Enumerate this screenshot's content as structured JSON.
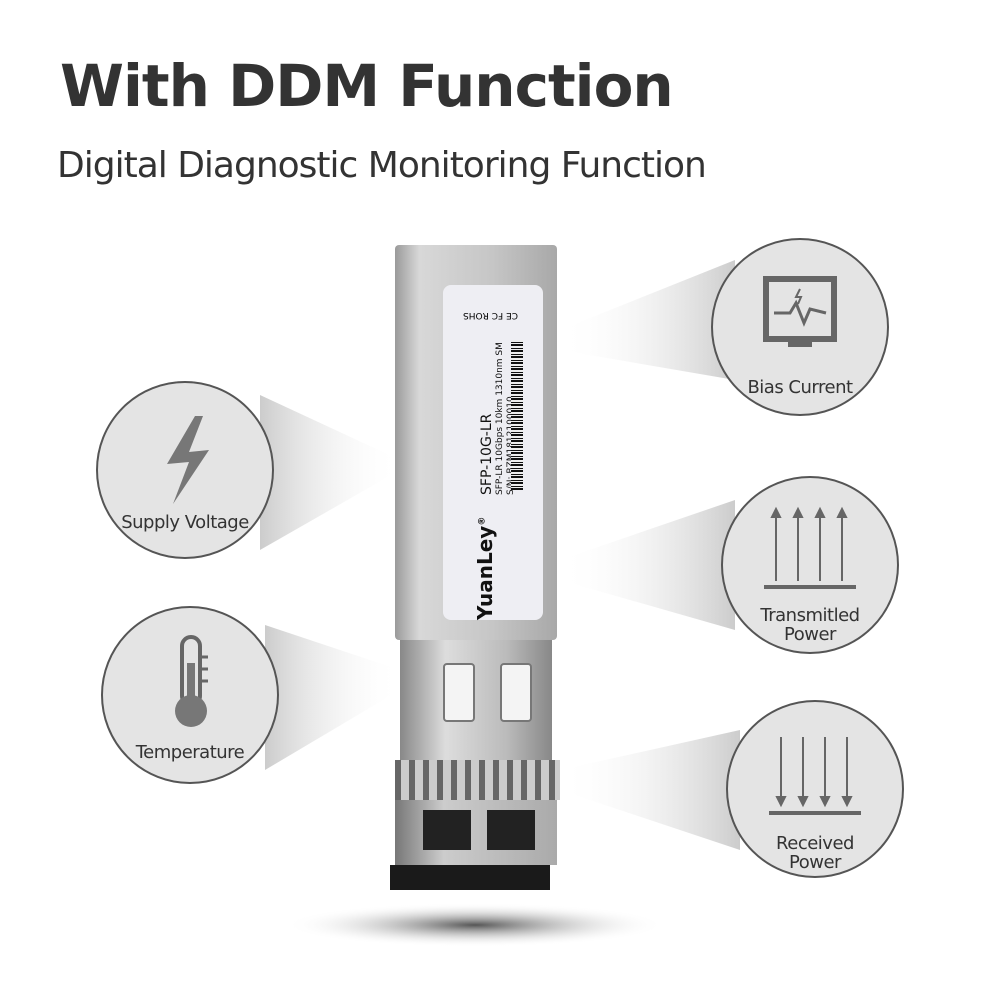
{
  "header": {
    "title": "With DDM Function",
    "subtitle": "Digital Diagnostic Monitoring Function"
  },
  "features": [
    {
      "label": "Bias Current",
      "icon": "monitor-pulse-icon"
    },
    {
      "label": "Supply Voltage",
      "icon": "lightning-icon"
    },
    {
      "label": "Temperature",
      "icon": "thermometer-icon"
    },
    {
      "label_line1": "Transmitled",
      "label_line2": "Power",
      "icon": "arrows-up-icon"
    },
    {
      "label_line1": "Received",
      "label_line2": "Power",
      "icon": "arrows-down-icon"
    }
  ],
  "module": {
    "brand": "YuanLey",
    "registered": "®",
    "model": "SFP-10G-LR",
    "spec": "SFP-LR 10Gbps 10km 1310nm SM",
    "serial": "S/N:  BZM1812100010",
    "certs": "CE FC ROHS"
  }
}
